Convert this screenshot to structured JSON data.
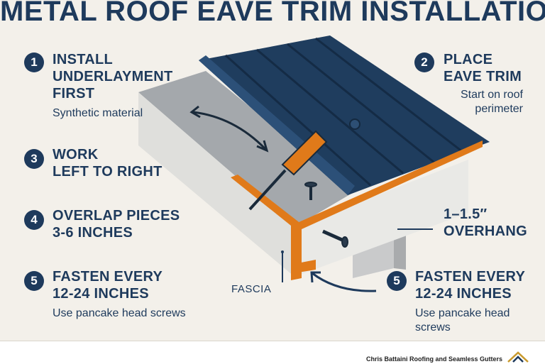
{
  "title": "METAL ROOF EAVE TRIM INSTALLATION",
  "steps": [
    {
      "number": "1",
      "heading_lines": [
        "INSTALL",
        "UNDERLAYMENT",
        "FIRST"
      ],
      "subtext_lines": [
        "Synthetic material"
      ]
    },
    {
      "number": "2",
      "heading_lines": [
        "PLACE",
        "EAVE TRIM"
      ],
      "subtext_lines": [
        "Start on roof",
        "perimeter"
      ]
    },
    {
      "number": "3",
      "heading_lines": [
        "WORK",
        "LEFT TO RIGHT"
      ],
      "subtext_lines": []
    },
    {
      "number": "4",
      "heading_lines": [
        "OVERLAP PIECES",
        "3-6 INCHES"
      ],
      "subtext_lines": []
    },
    {
      "number": "5",
      "heading_lines": [
        "FASTEN EVERY",
        "12-24 INCHES"
      ],
      "subtext_lines": [
        "Use pancake head screws"
      ]
    },
    {
      "number": "5",
      "heading_lines": [
        "FASTEN EVERY",
        "12-24 INCHES"
      ],
      "subtext_lines": [
        "Use pancake head",
        "screws"
      ]
    }
  ],
  "callouts": {
    "overhang_lines": [
      "1–1.5″",
      "OVERHANG"
    ],
    "fascia": "FASCIA"
  },
  "footer": {
    "company": "Chris Battaini Roofing and Seamless Gutters"
  },
  "colors": {
    "navy": "#1e3a5c",
    "panel": "#1f3d5e",
    "trim": "#e07a1a",
    "deck": "#a3a7ab",
    "background": "#f3f0ea"
  }
}
